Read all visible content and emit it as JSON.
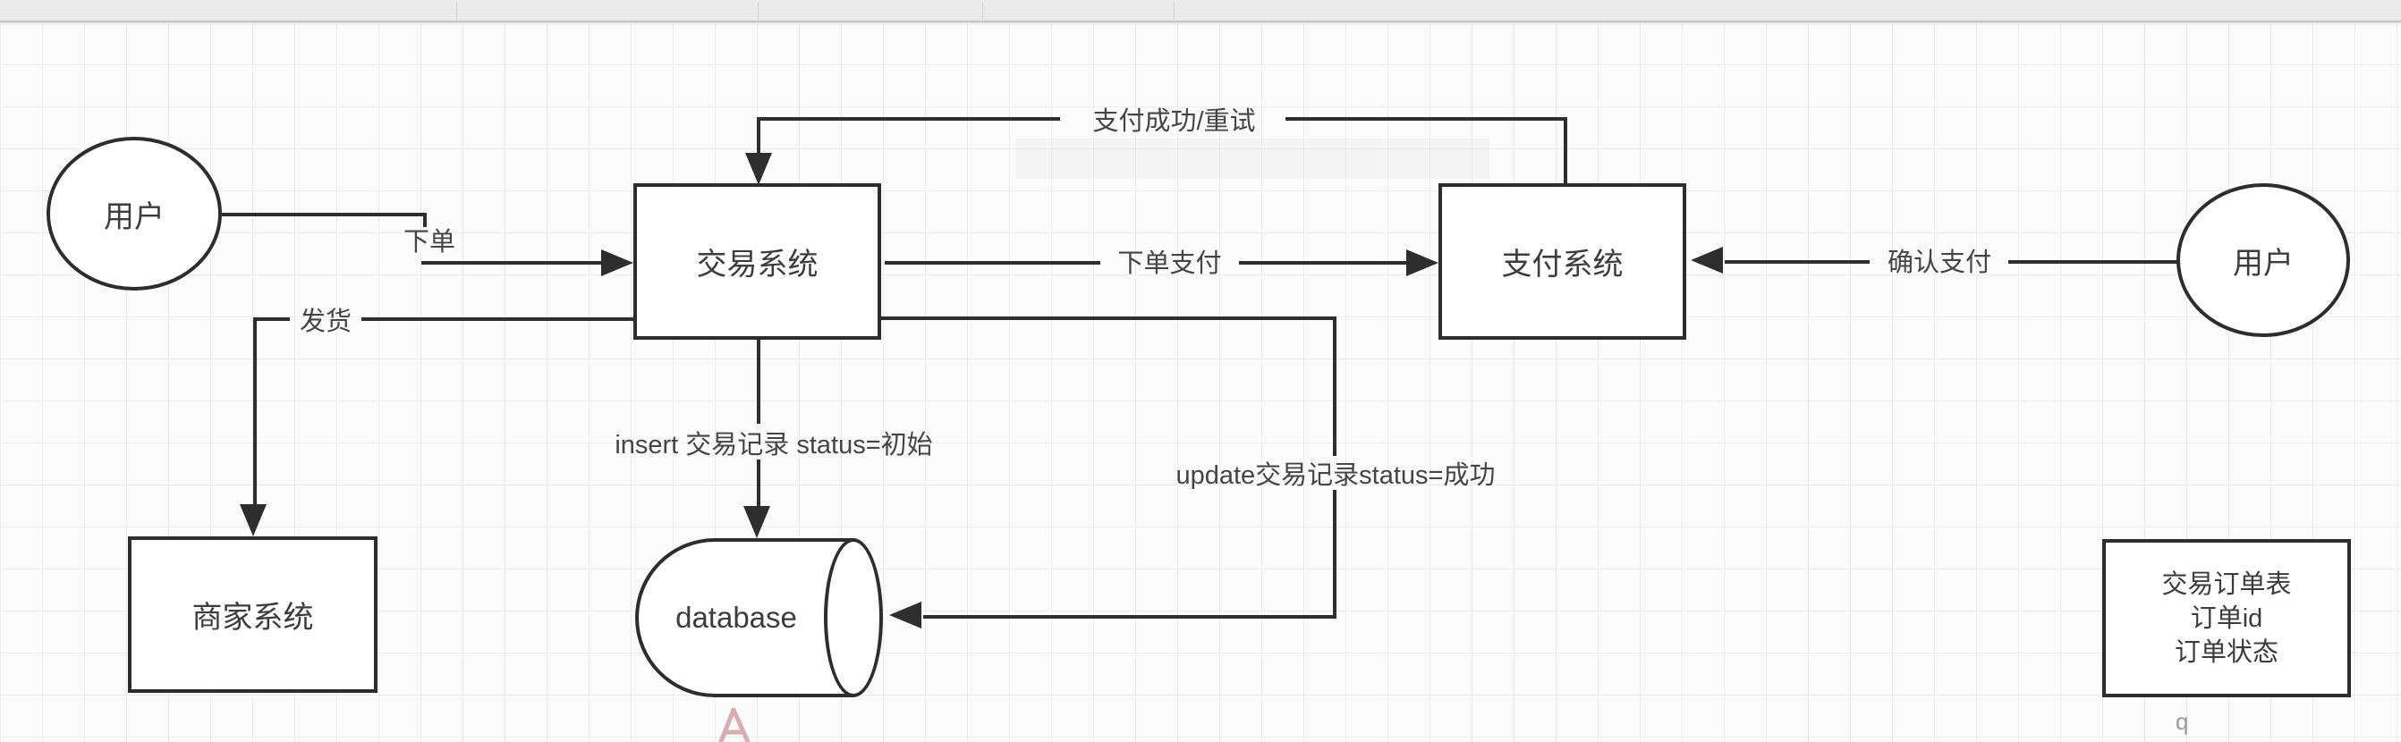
{
  "diagram": {
    "nodes": {
      "user_left": "用户",
      "trade_system": "交易系统",
      "payment_system": "支付系统",
      "user_right": "用户",
      "merchant_system": "商家系统",
      "database": "database",
      "order_table_lines": [
        "交易订单表",
        "订单id",
        "订单状态"
      ]
    },
    "edges": {
      "place_order": "下单",
      "pay_success_retry": "支付成功/重试",
      "order_pay": "下单支付",
      "confirm_pay": "确认支付",
      "ship": "发货",
      "insert_record": "insert 交易记录 status=初始",
      "update_record": "update交易记录status=成功"
    },
    "artifacts": {
      "stray_q": "q"
    },
    "colors": {
      "stroke": "#2e2e2e",
      "text": "#3c3c3c",
      "canvas": "#fbfbfb",
      "grid": "#ededed",
      "topbar": "#ebebeb",
      "pink_mark": "#cf9399"
    }
  }
}
